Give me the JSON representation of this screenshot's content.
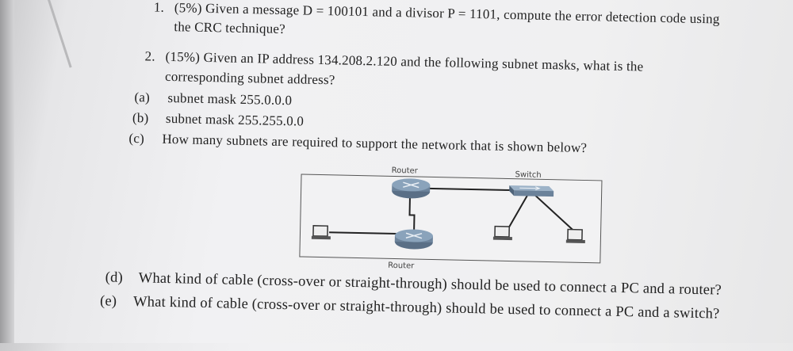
{
  "q1": {
    "number": "1.",
    "text_line1": "(5%) Given a message D = 100101 and a divisor P = 1101, compute the error detection code using",
    "text_line2": "the CRC technique?"
  },
  "q2": {
    "number": "2.",
    "text_line1": "(15%) Given an IP address 134.208.2.120 and the following subnet masks, what is the",
    "text_line2": "corresponding subnet address?",
    "parts": [
      {
        "label": "(a)",
        "text": "subnet mask 255.0.0.0"
      },
      {
        "label": "(b)",
        "text": "subnet mask 255.255.0.0"
      },
      {
        "label": "(c)",
        "text": "How many subnets are required to support the network that is shown below?"
      },
      {
        "label": "(d)",
        "text": "What kind of cable (cross-over or straight-through) should be used to connect a PC and a router?"
      },
      {
        "label": "(e)",
        "text": "What kind of cable (cross-over or straight-through) should be used to connect a PC and a switch?"
      }
    ]
  },
  "diagram": {
    "router_top_label": "Router",
    "switch_label": "Switch",
    "router_bottom_label": "Router"
  }
}
